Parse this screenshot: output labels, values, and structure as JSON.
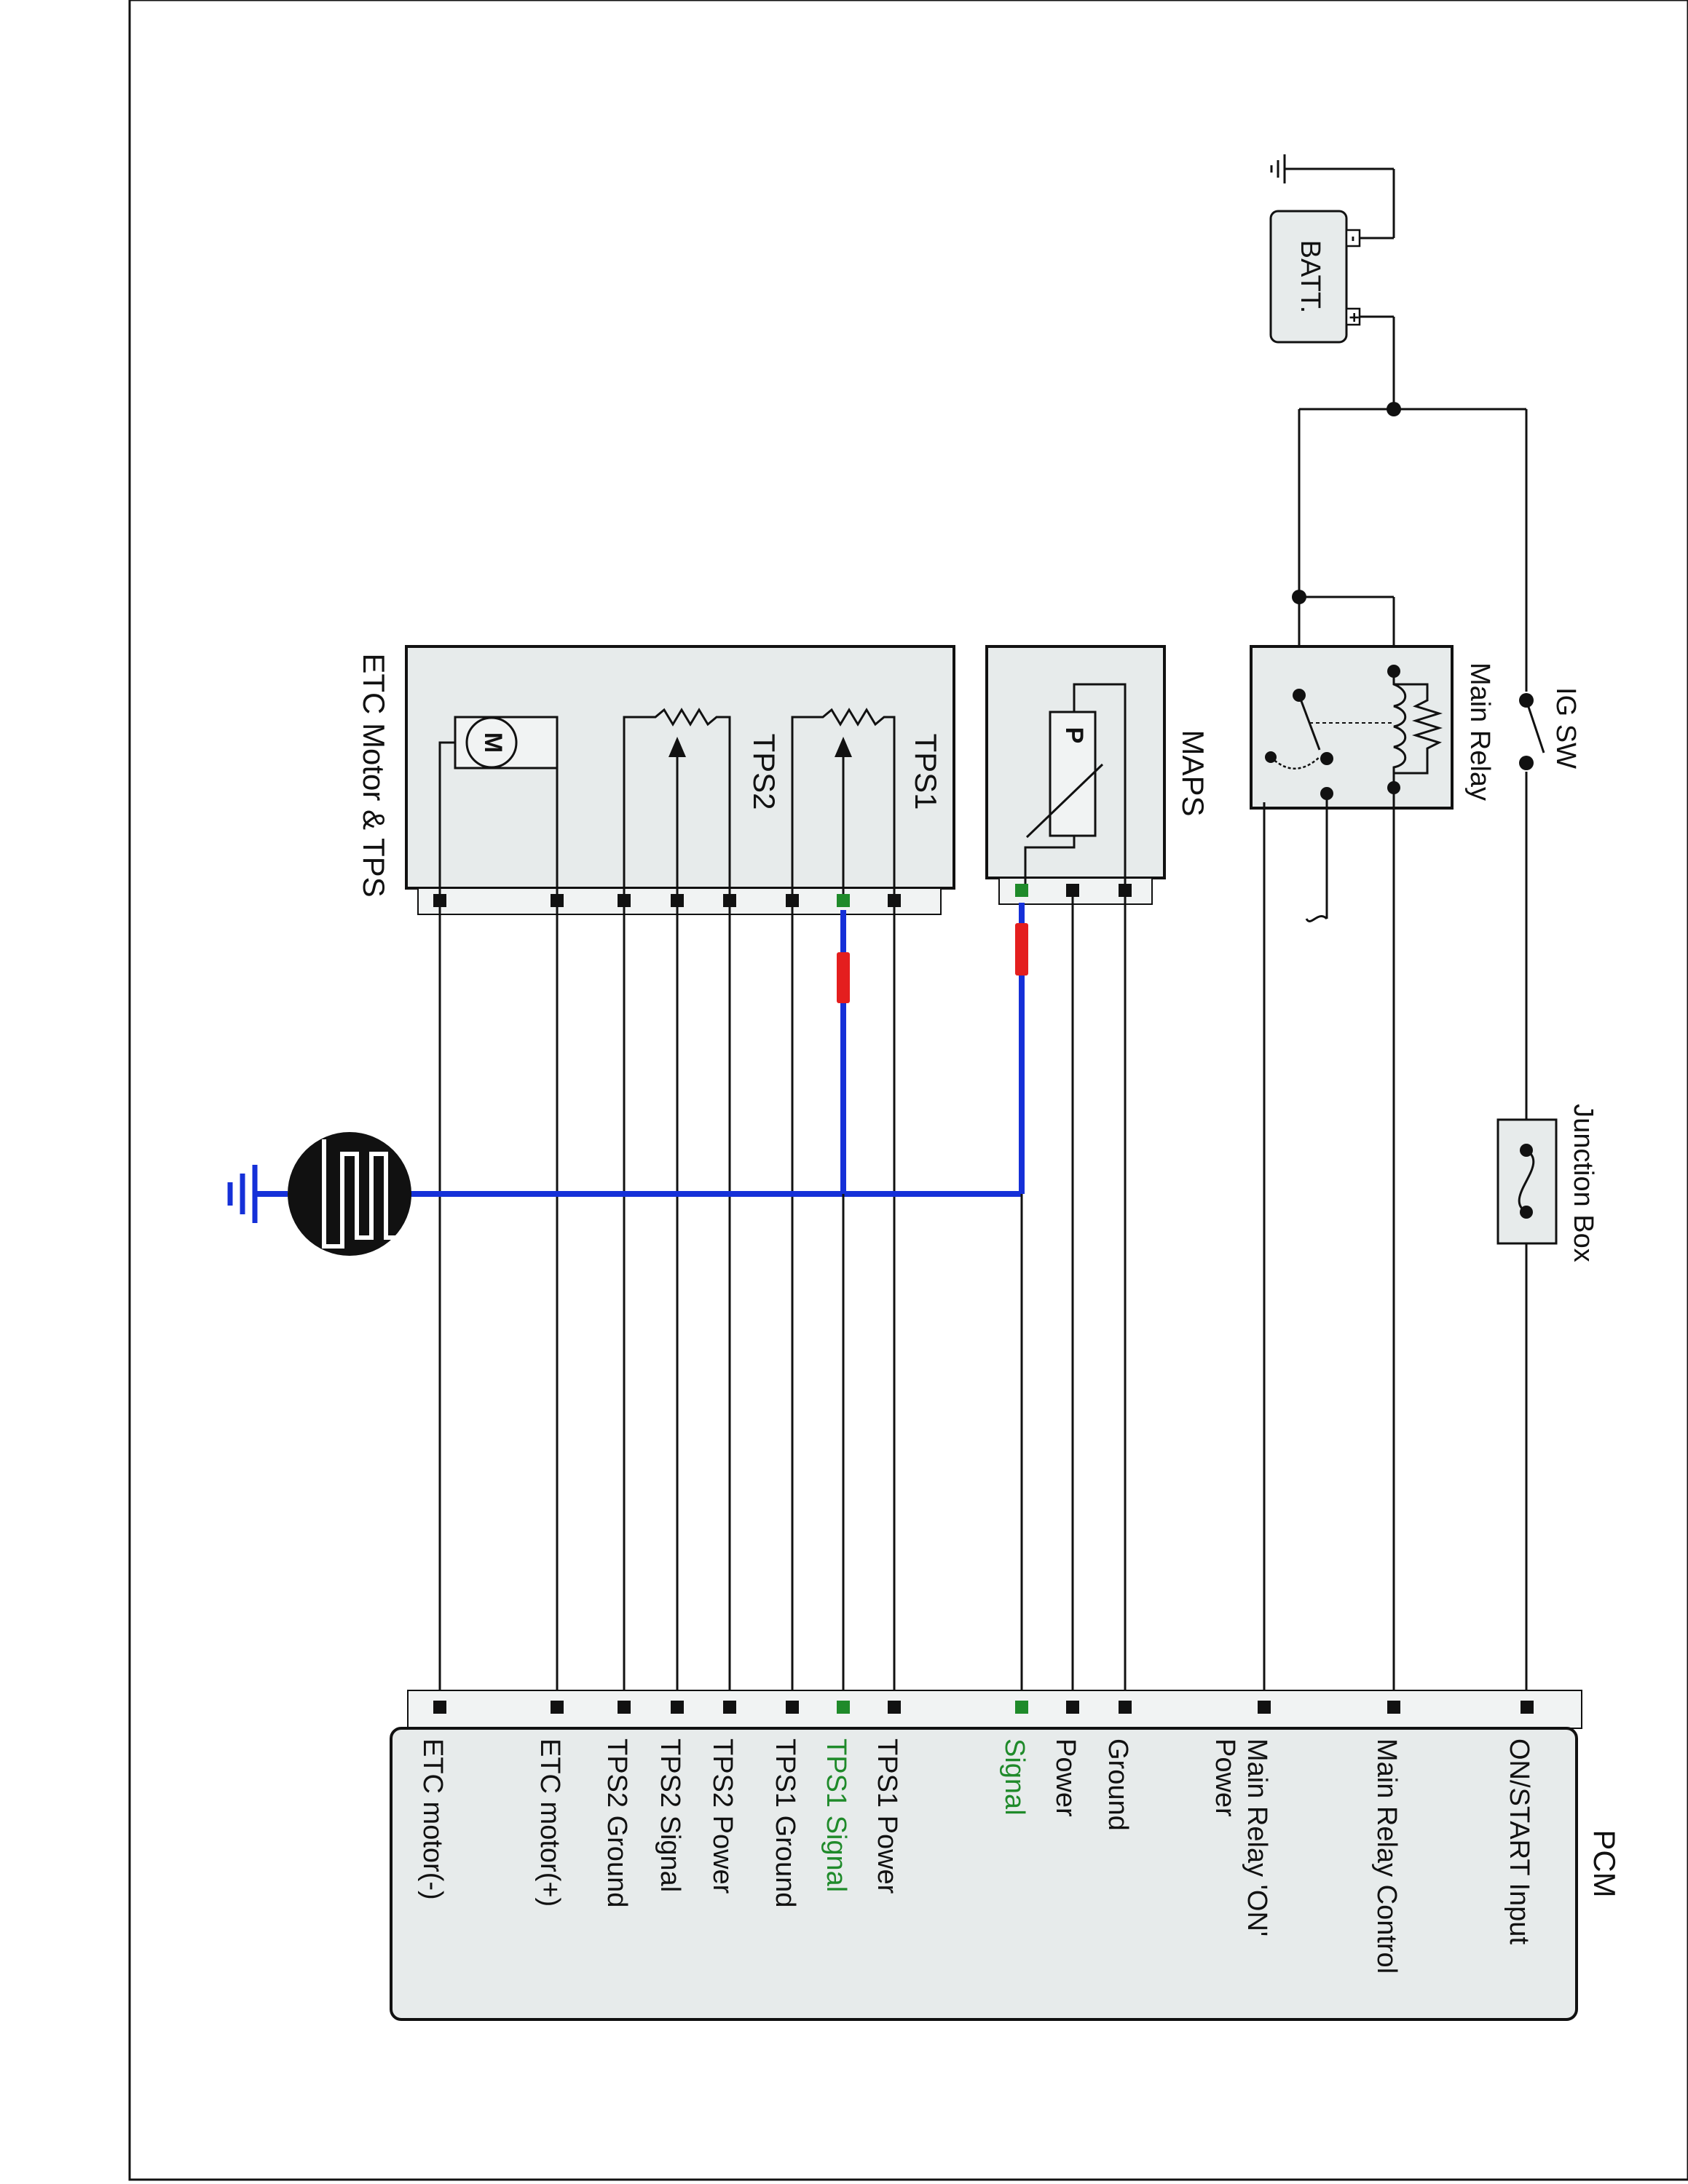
{
  "colors": {
    "wire": "#111111",
    "shield": "#1530d8",
    "splice": "#e41e1e",
    "highlight": "#1f8a2a",
    "component_fill": "#e7ebeb",
    "connector_fill": "#f1f3f3"
  },
  "components": {
    "battery": "BATT.",
    "battery_minus": "-",
    "battery_plus": "+",
    "ig_switch": "IG SW",
    "junction_box": "Junction Box",
    "main_relay": "Main Relay",
    "maps": "MAPS",
    "maps_sensor": "P",
    "etc": "ETC Motor & TPS",
    "tps1": "TPS1",
    "tps2": "TPS2",
    "motor": "M",
    "pcm": "PCM"
  },
  "pcm_pins": [
    {
      "label": "ON/START Input",
      "highlight": false
    },
    {
      "label": "Main Relay Control",
      "highlight": false
    },
    {
      "label": "Main Relay 'ON'",
      "label2": "Power",
      "highlight": false
    },
    {
      "label": "Ground",
      "highlight": false
    },
    {
      "label": "Power",
      "highlight": false
    },
    {
      "label": "Signal",
      "highlight": true
    },
    {
      "label": "TPS1 Power",
      "highlight": false
    },
    {
      "label": "TPS1 Signal",
      "highlight": true
    },
    {
      "label": "TPS1 Ground",
      "highlight": false
    },
    {
      "label": "TPS2 Power",
      "highlight": false
    },
    {
      "label": "TPS2 Signal",
      "highlight": false
    },
    {
      "label": "TPS2 Ground",
      "highlight": false
    },
    {
      "label": "ETC motor(+)",
      "highlight": false
    },
    {
      "label": "ETC motor(-)",
      "highlight": false
    }
  ]
}
